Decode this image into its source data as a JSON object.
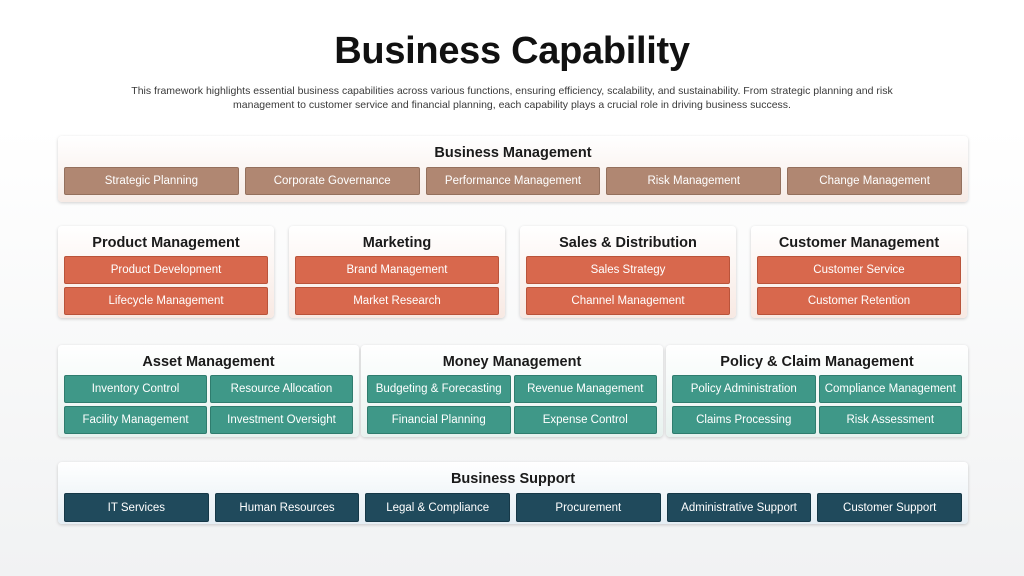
{
  "header": {
    "title": "Business Capability",
    "subtitle": "This framework highlights essential business capabilities across various functions, ensuring efficiency, scalability, and sustainability. From strategic planning and risk management to customer service and financial planning, each capability plays a crucial role in driving business success."
  },
  "business_management": {
    "title": "Business Management",
    "items": [
      "Strategic Planning",
      "Corporate Governance",
      "Performance Management",
      "Risk Management",
      "Change Management"
    ]
  },
  "product_row": [
    {
      "title": "Product Management",
      "items": [
        "Product Development",
        "Lifecycle Management"
      ]
    },
    {
      "title": "Marketing",
      "items": [
        "Brand Management",
        "Market Research"
      ]
    },
    {
      "title": "Sales & Distribution",
      "items": [
        "Sales Strategy",
        "Channel Management"
      ]
    },
    {
      "title": "Customer Management",
      "items": [
        "Customer Service",
        "Customer Retention"
      ]
    }
  ],
  "asset_row": [
    {
      "title": "Asset Management",
      "items": [
        "Inventory Control",
        "Resource Allocation",
        "Facility Management",
        "Investment Oversight"
      ]
    },
    {
      "title": "Money Management",
      "items": [
        "Budgeting & Forecasting",
        "Revenue Management",
        "Financial Planning",
        "Expense Control"
      ]
    },
    {
      "title": "Policy & Claim Management",
      "items": [
        "Policy Administration",
        "Compliance Management",
        "Claims Processing",
        "Risk Assessment"
      ]
    }
  ],
  "business_support": {
    "title": "Business Support",
    "items": [
      "IT Services",
      "Human Resources",
      "Legal & Compliance",
      "Procurement",
      "Administrative Support",
      "Customer Support"
    ]
  },
  "colors": {
    "business_management": "#b08772",
    "product_row": "#d8684d",
    "asset_row": "#3f9888",
    "business_support": "#204a5c"
  }
}
